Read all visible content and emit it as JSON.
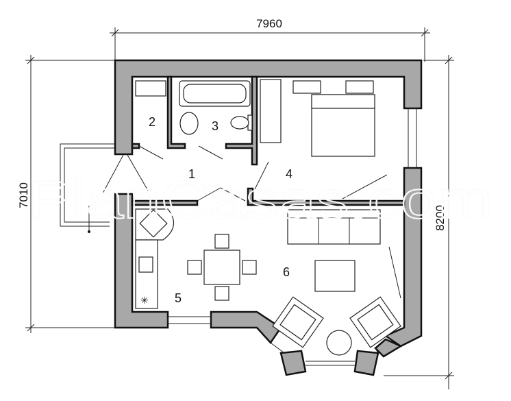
{
  "dimensions": {
    "top": "7960",
    "left": "7010",
    "right": "8200"
  },
  "rooms": [
    {
      "number": "1"
    },
    {
      "number": "2"
    },
    {
      "number": "3"
    },
    {
      "number": "4"
    },
    {
      "number": "5"
    },
    {
      "number": "6"
    }
  ],
  "watermark": "PlanCasas.com",
  "colors": {
    "wall_fill": "#a8a8a8",
    "line": "#111111"
  }
}
